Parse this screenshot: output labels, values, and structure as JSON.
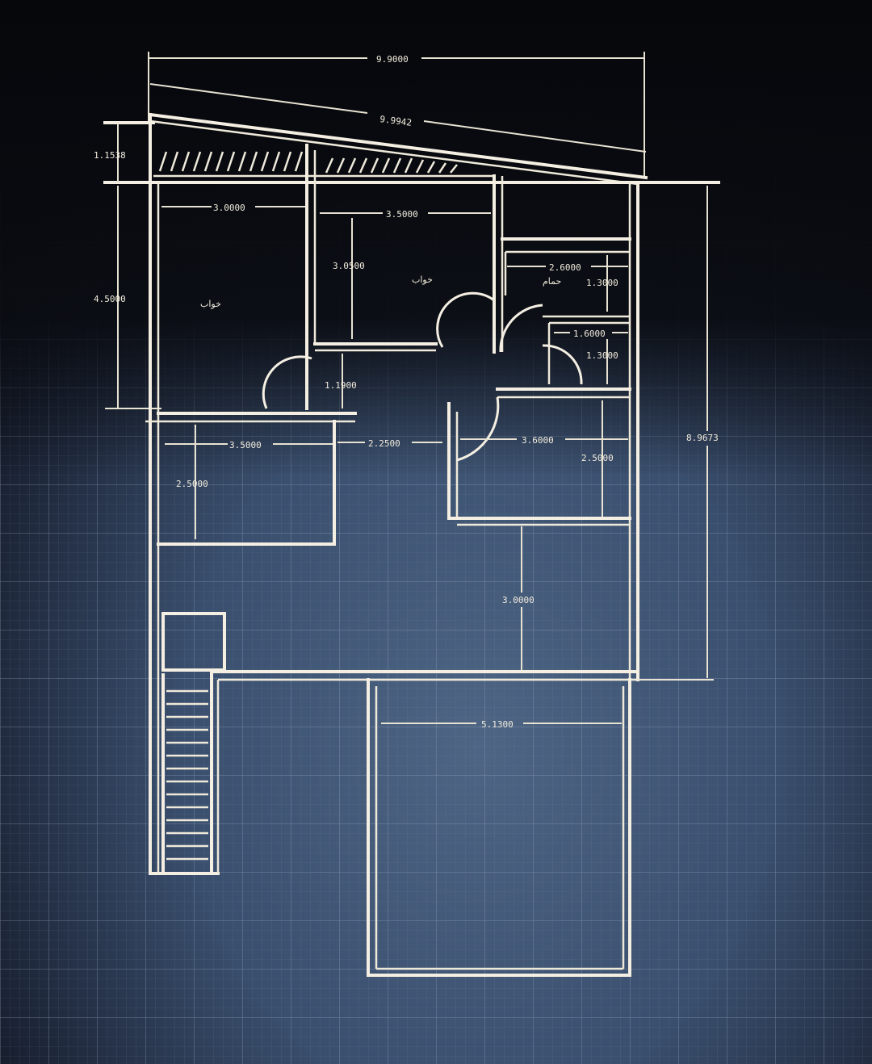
{
  "colors": {
    "background_dark": "#0b0d14",
    "background_blue": "#3a4f6e",
    "grid": "#6f86a6",
    "line": "#f4efe2"
  },
  "dimensions": {
    "overall_width_top": "9.9000",
    "sloped_width": "9.9942",
    "roof_depth": "1.1538",
    "left_total_height": "4.5000",
    "right_total_height": "8.9673",
    "bedroom_left_width": "3.0000",
    "bedroom_mid_width": "3.5000",
    "bedroom_mid_height": "3.0500",
    "bath_width": "2.6000",
    "bath_height": "1.3000",
    "wc_width": "1.6000",
    "wc_height": "1.3000",
    "hall_small": "1.1900",
    "room_lower_left_width": "3.5000",
    "corridor_width": "2.2500",
    "room_lower_right_width": "3.6000",
    "room_lower_right_height": "2.5000",
    "room_lower_left_height": "2.5000",
    "lower_corridor_height": "3.0000",
    "terrace_width": "5.1300"
  },
  "labels": {
    "bedroom_left": "خواب",
    "bedroom_mid": "خواب",
    "bath": "حمام"
  }
}
